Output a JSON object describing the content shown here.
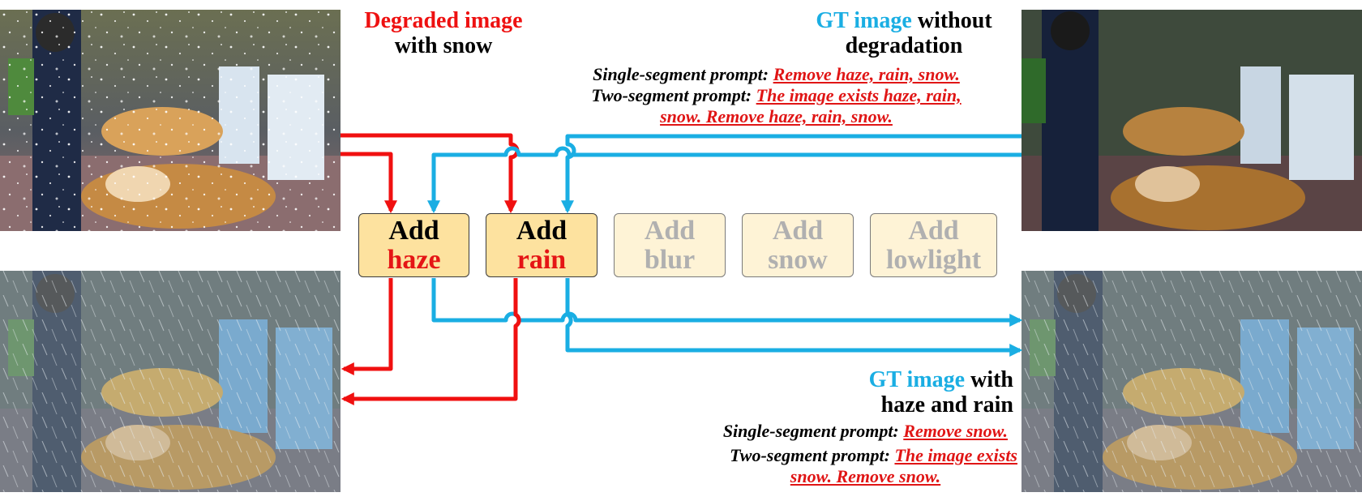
{
  "labels": {
    "degraded_a": "Degraded image",
    "degraded_b": "with snow",
    "gt_top_a": "GT image",
    "gt_top_b": "without",
    "gt_top_c": "degradation",
    "gt_bottom_a": "GT image",
    "gt_bottom_b": "with",
    "gt_bottom_c": "haze and rain"
  },
  "prompts_top": {
    "single_label": "Single-segment prompt:",
    "single_value": "Remove haze, rain, snow.",
    "two_label": "Two-segment prompt:",
    "two_value_1": "The image exists haze, rain,",
    "two_value_2": "snow. Remove haze, rain, snow."
  },
  "prompts_bottom": {
    "single_label": "Single-segment prompt:",
    "single_value": "Remove snow.",
    "two_label": "Two-segment prompt:",
    "two_value_1": "The image exists",
    "two_value_2": "snow. Remove snow."
  },
  "operations": [
    {
      "word": "Add",
      "target": "haze",
      "active": true
    },
    {
      "word": "Add",
      "target": "rain",
      "active": true
    },
    {
      "word": "Add",
      "target": "blur",
      "active": false
    },
    {
      "word": "Add",
      "target": "snow",
      "active": false
    },
    {
      "word": "Add",
      "target": "lowlight",
      "active": false
    }
  ],
  "colors": {
    "degraded_path": "#f01010",
    "gt_path": "#1aaee3",
    "op_active": "#fde29f",
    "op_inactive": "#fef3d6"
  }
}
